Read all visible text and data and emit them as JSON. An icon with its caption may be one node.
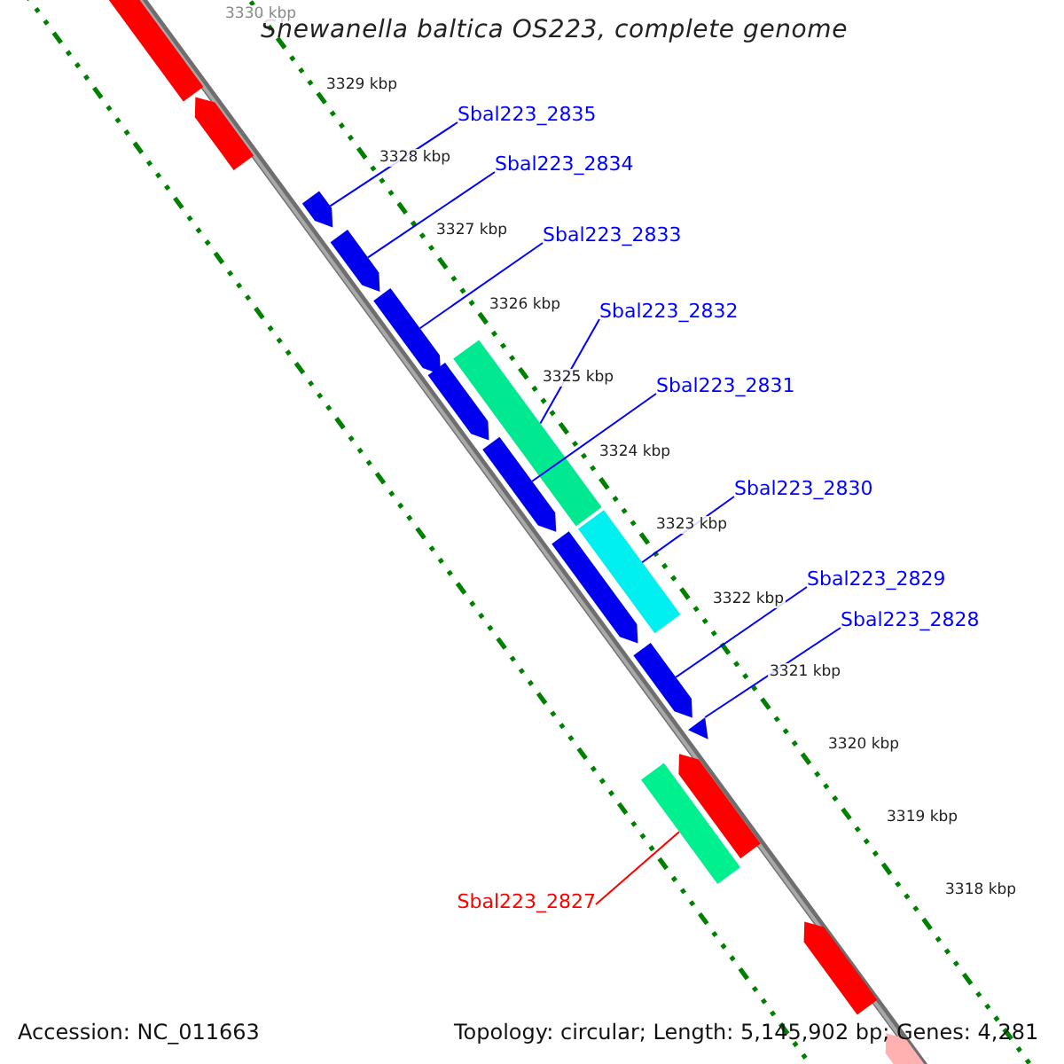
{
  "diagram": {
    "title": "Shewanella baltica OS223, complete genome",
    "nodes": [
      {
        "text": [
          "Sbal223_2835"
        ]
      },
      {
        "text": [
          "Sbal223_2834"
        ]
      },
      {
        "text": [
          "Sbal223_2833"
        ]
      },
      {
        "text": [
          "Sbal223_2832"
        ]
      },
      {
        "text": [
          "Sbal223_2831"
        ]
      },
      {
        "text": [
          "Sbal223_2830"
        ]
      },
      {
        "text": [
          "Sbal223_2829"
        ]
      },
      {
        "text": [
          "Sbal223_2828"
        ]
      },
      {
        "text": [
          "Sbal223_2827"
        ]
      },
      {
        "text": [],
        "shape": "bar"
      },
      {
        "text": [],
        "shape": "bar"
      },
      {
        "text": [],
        "shape": "bar"
      },
      {
        "text": [],
        "shape": "bar"
      },
      {
        "text": [],
        "shape": "bar"
      },
      {
        "text": [],
        "shape": "bar"
      },
      {
        "text": [],
        "shape": "bar"
      },
      {
        "text": [],
        "shape": "bar"
      },
      {
        "text": [],
        "shape": "bar"
      }
    ],
    "edges": [
      {
        "from": 0,
        "to": 9,
        "arrow": "none"
      },
      {
        "from": 1,
        "to": 10,
        "arrow": "none"
      },
      {
        "from": 2,
        "to": 11,
        "arrow": "none"
      },
      {
        "from": 3,
        "to": 12,
        "arrow": "none"
      },
      {
        "from": 4,
        "to": 13,
        "arrow": "none"
      },
      {
        "from": 5,
        "to": 14,
        "arrow": "none"
      },
      {
        "from": 6,
        "to": 15,
        "arrow": "none"
      },
      {
        "from": 7,
        "to": 16,
        "arrow": "none"
      },
      {
        "from": 8,
        "to": 17,
        "arrow": "none",
        "color": "#ff0000"
      }
    ],
    "labels": [
      "3330 kbp",
      "3329 kbp",
      "3328 kbp",
      "3327 kbp",
      "3326 kbp",
      "3325 kbp",
      "3324 kbp",
      "3323 kbp",
      "3322 kbp",
      "3321 kbp",
      "3320 kbp",
      "3319 kbp",
      "3318 kbp",
      "Accession: NC_011663",
      "Topology: circular; Length: 5,145,902 bp; Genes: 4,281"
    ]
  }
}
